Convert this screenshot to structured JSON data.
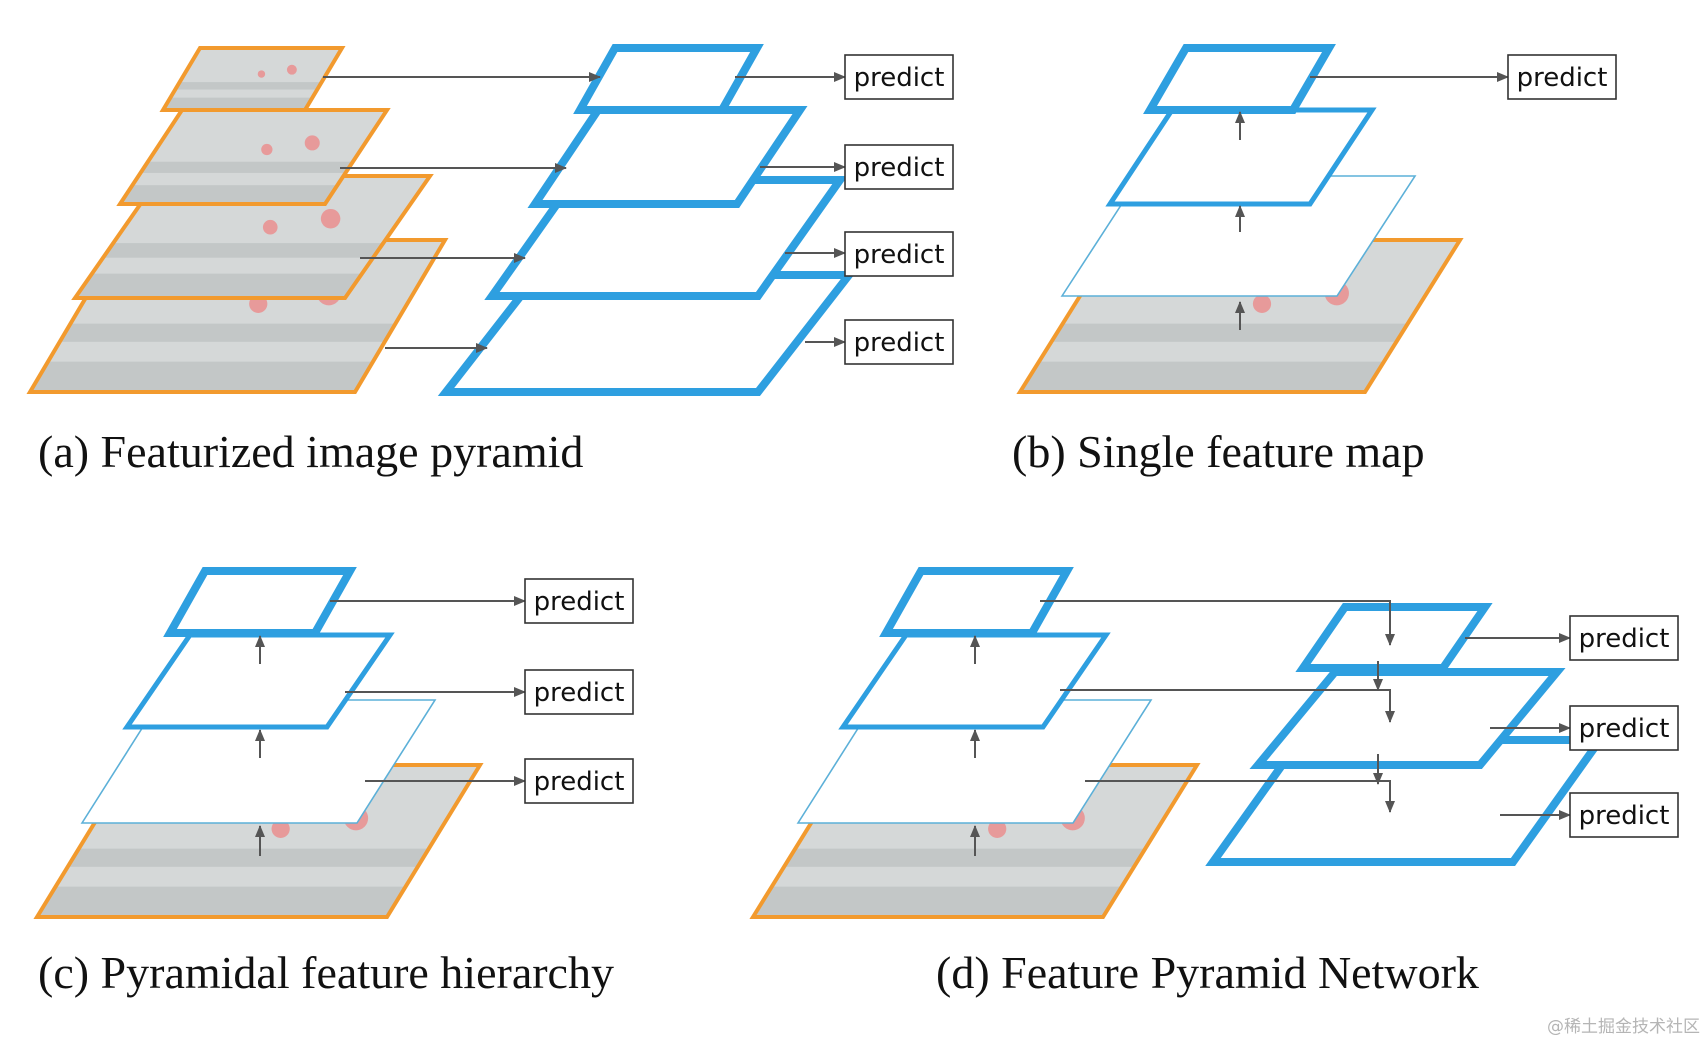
{
  "panels": {
    "a": {
      "caption": "(a) Featurized image pyramid"
    },
    "b": {
      "caption": "(b) Single feature map"
    },
    "c": {
      "caption": "(c) Pyramidal feature hierarchy"
    },
    "d": {
      "caption": "(d) Feature Pyramid Network"
    }
  },
  "predict_label": "predict",
  "watermark": "@稀土掘金技术社区",
  "colors": {
    "feature_map": "#2e9fe0",
    "image": "#f29a2e",
    "arrow": "#555555",
    "thin_feature": "#5cb0d8"
  }
}
